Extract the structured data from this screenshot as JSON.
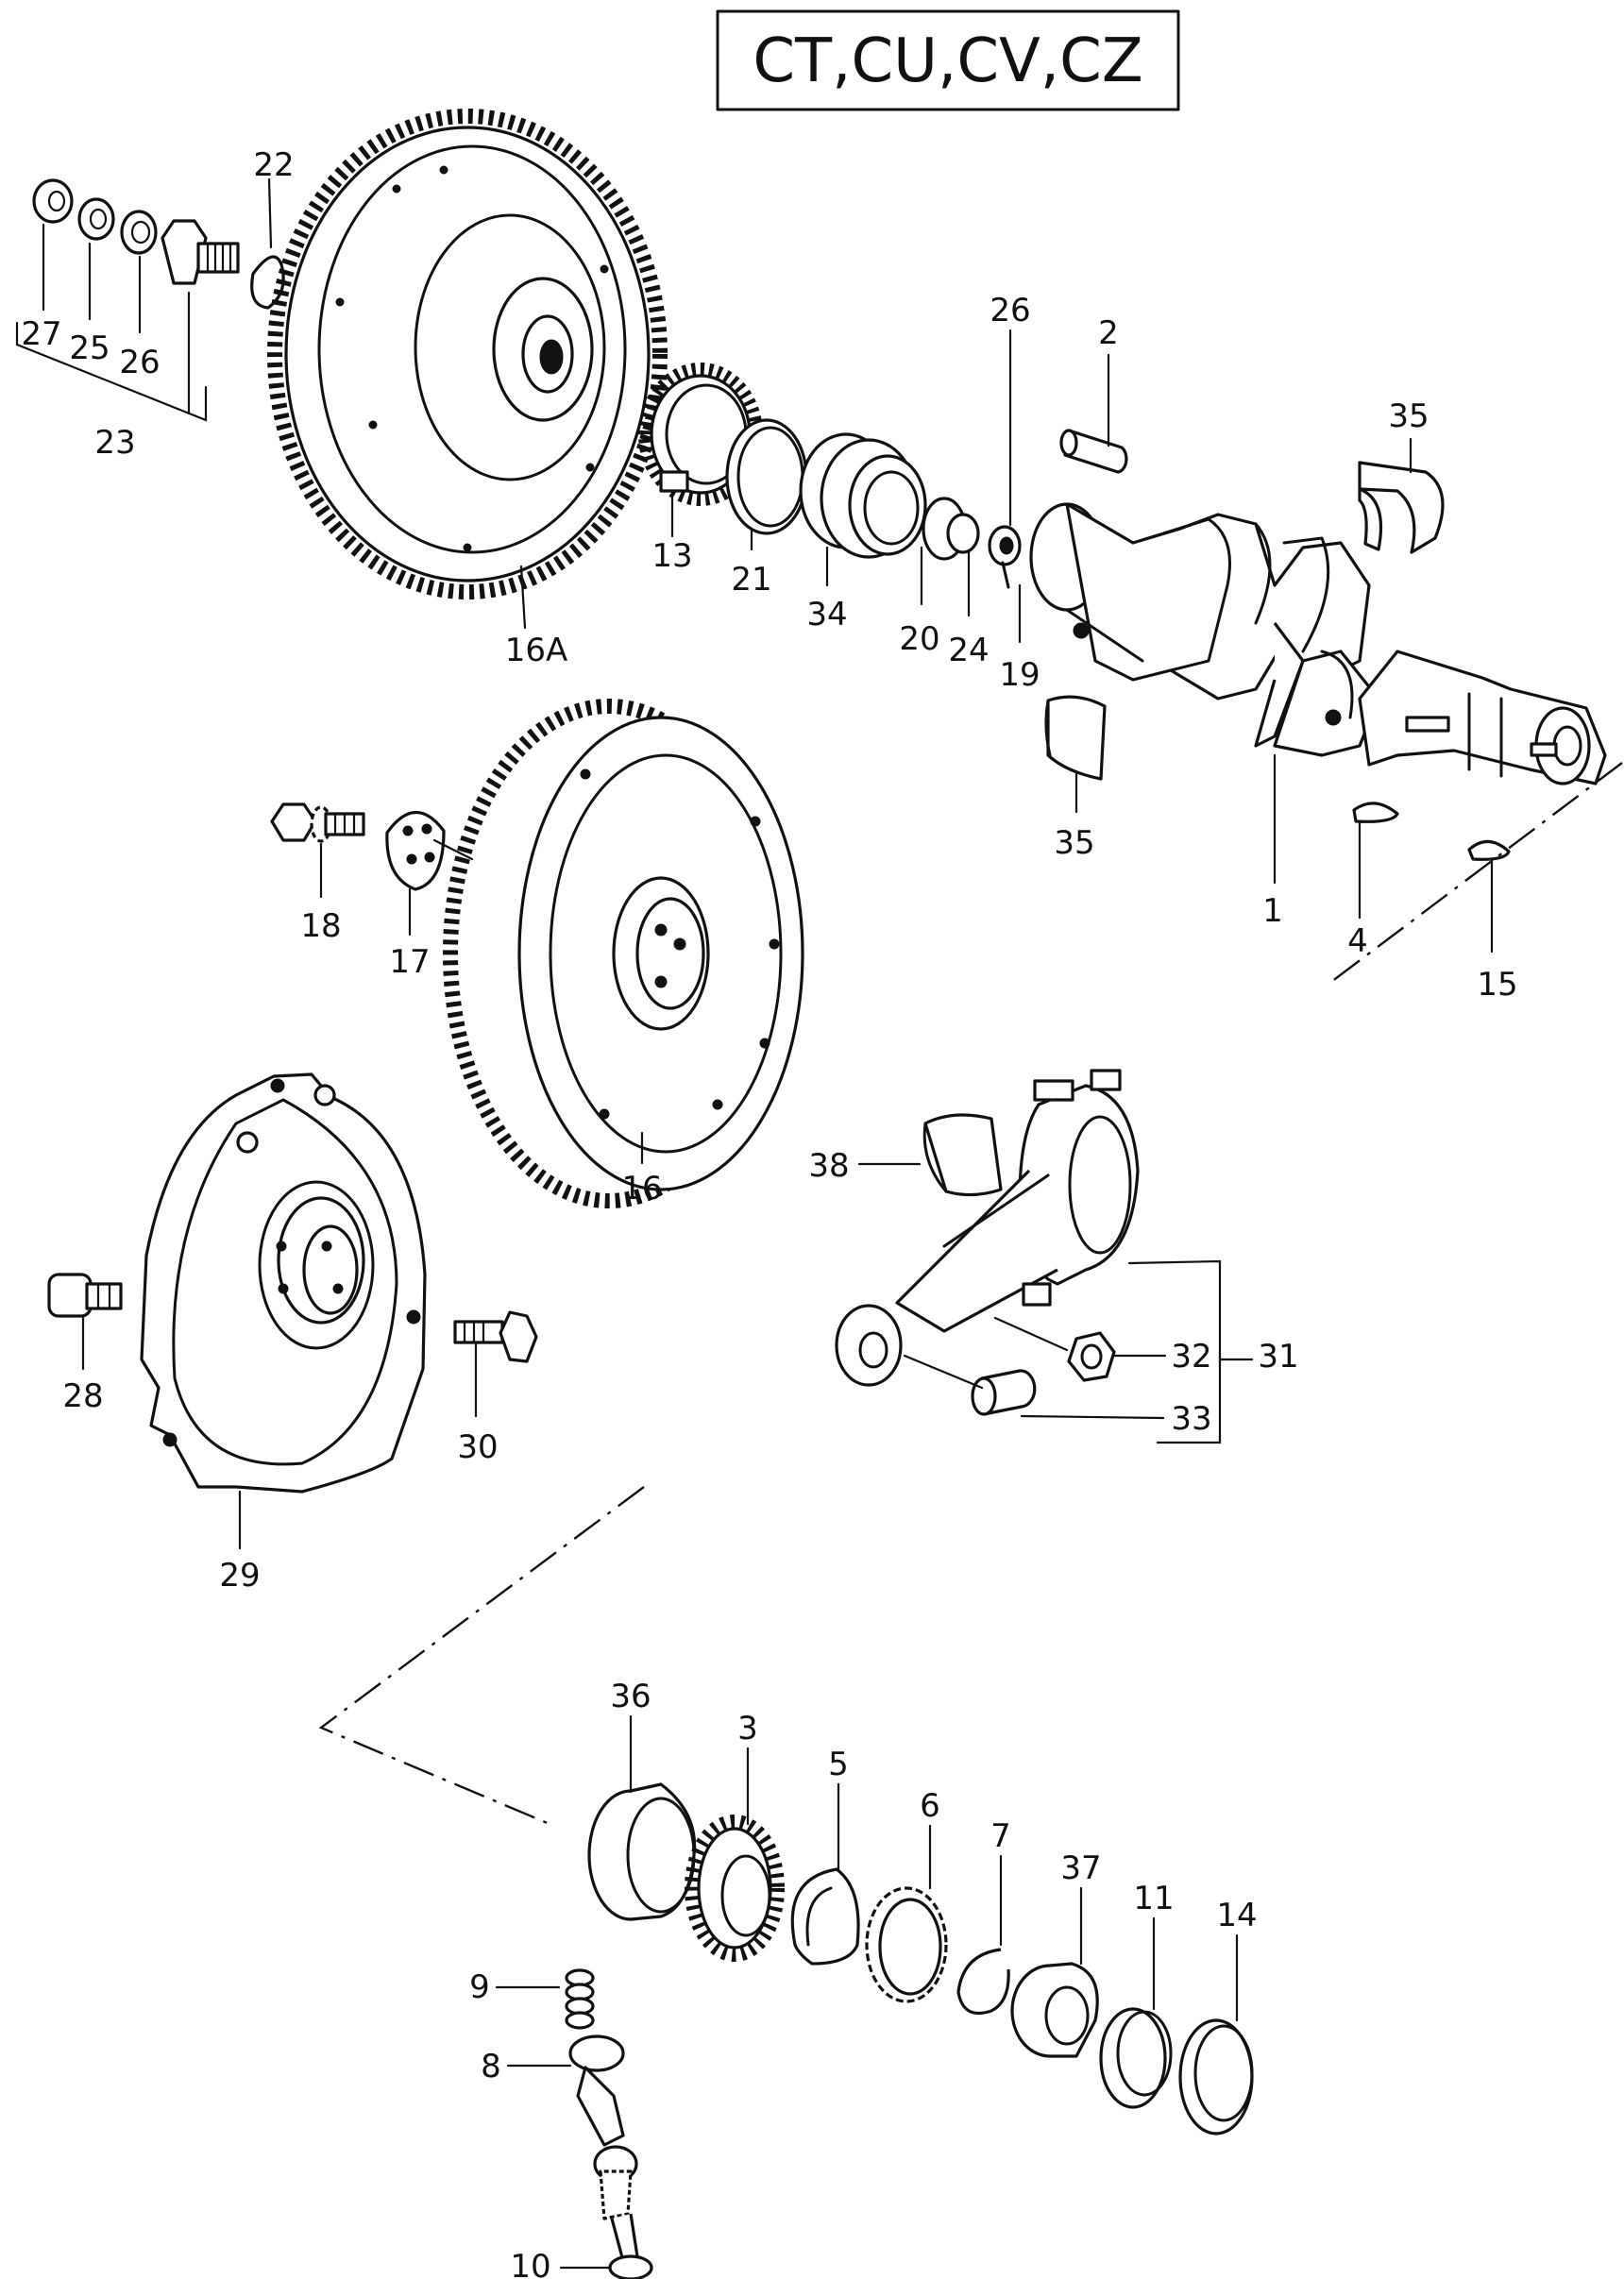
{
  "title": "CT,CU,CV,CZ",
  "labels": {
    "p22": "22",
    "p27": "27",
    "p25": "25",
    "p26a": "26",
    "p23": "23",
    "p16a": "16A",
    "p13": "13",
    "p21": "21",
    "p34": "34",
    "p20": "20",
    "p24": "24",
    "p19": "19",
    "p26b": "26",
    "p2": "2",
    "p35a": "35",
    "p35b": "35",
    "p1": "1",
    "p4": "4",
    "p15": "15",
    "p18": "18",
    "p17": "17",
    "p16": "16",
    "p28": "28",
    "p30": "30",
    "p29": "29",
    "p38": "38",
    "p32": "32",
    "p31": "31",
    "p33": "33",
    "p36": "36",
    "p3": "3",
    "p5": "5",
    "p6": "6",
    "p7": "7",
    "p37": "37",
    "p11": "11",
    "p14": "14",
    "p9": "9",
    "p8": "8",
    "p10": "10"
  }
}
